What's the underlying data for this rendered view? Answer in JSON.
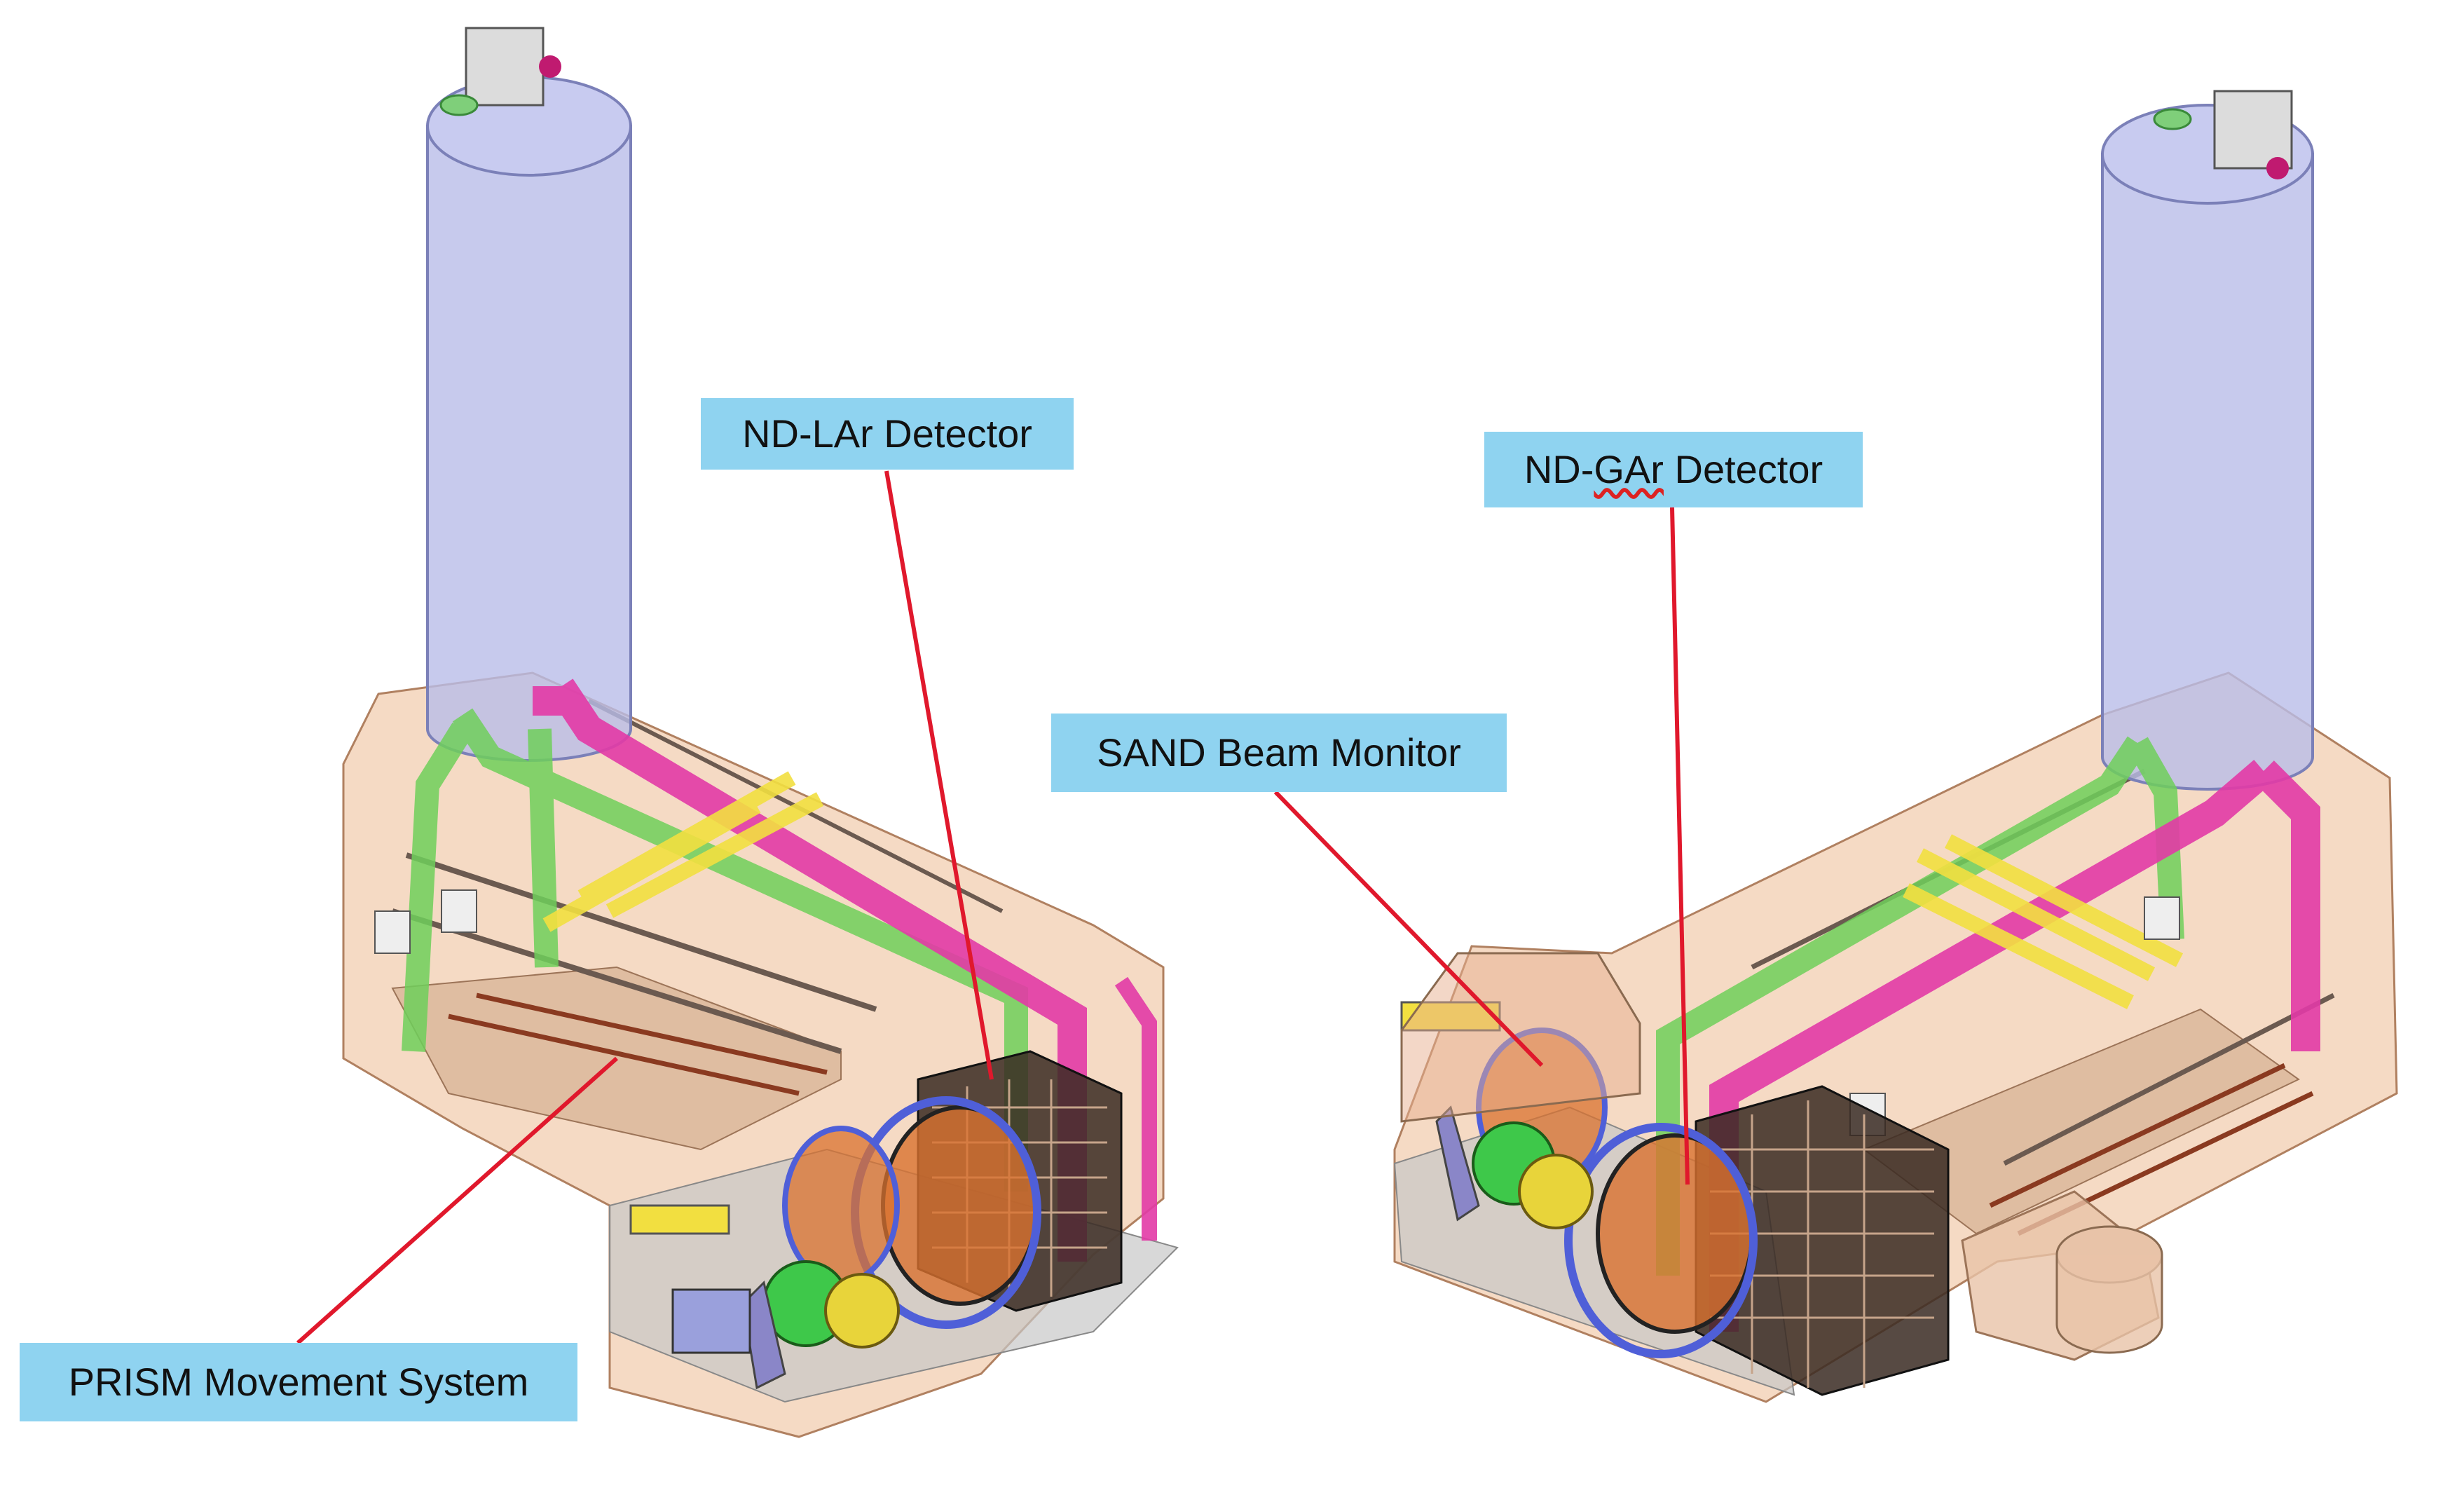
{
  "labels": {
    "nd_lar": "ND-LAr Detector",
    "nd_gar_prefix": "ND-",
    "nd_gar_word": "GAr",
    "nd_gar_suffix": " Detector",
    "sand": "SAND Beam Monitor",
    "prism": "PRISM Movement System"
  },
  "colors": {
    "label_bg": "#8fd3f0",
    "pointer": "#e0182c",
    "tank": "#b9bde8",
    "hall": "#f2cdb0",
    "pipe_magenta": "#e23aa6",
    "pipe_green": "#6fcf5a",
    "rail_yellow": "#f2df40",
    "detector_orange": "#d9722f",
    "detector_blue": "#4f5fd8"
  }
}
